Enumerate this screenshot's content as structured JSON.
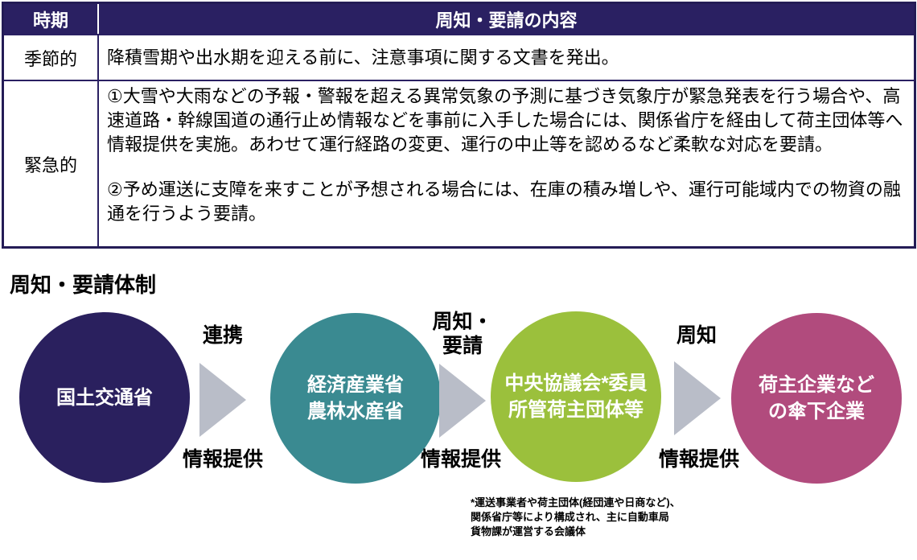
{
  "table": {
    "col_period_header": "時期",
    "col_content_header": "周知・要請の内容",
    "row_seasonal": {
      "period": "季節的",
      "content": "降積雪期や出水期を迎える前に、注意事項に関する文書を発出。"
    },
    "row_urgent": {
      "period": "緊急的",
      "paragraph1": "①大雪や大雨などの予報・警報を超える異常気象の予測に基づき気象庁が緊急発表を行う場合や、高速道路・幹線国道の通行止め情報などを事前に入手した場合には、関係省庁を経由して荷主団体等へ情報提供を実施。あわせて運行経路の変更、運行の中止等を認めるなど柔軟な対応を要請。",
      "paragraph2": "②予め運送に支障を来すことが予想される場合には、在庫の積み増しや、運行可能域内での物資の融通を行うよう要請。"
    }
  },
  "diagram": {
    "title": "周知・要請体制",
    "nodes": [
      {
        "name": "mlit",
        "line1": "国土交通省",
        "line2": "",
        "color": "#2a205e"
      },
      {
        "name": "meti-maff",
        "line1": "経済産業省",
        "line2": "農林水産省",
        "color": "#3a8a91"
      },
      {
        "name": "central-council",
        "line1": "中央協議会*委員",
        "line2": "所管荷主団体等",
        "color": "#9bc03c"
      },
      {
        "name": "shipper-companies",
        "line1": "荷主企業など",
        "line2": "の傘下企業",
        "color": "#b14b7d"
      }
    ],
    "arrows": [
      {
        "top_line1": "連携",
        "top_line2": "",
        "bottom": "情報提供"
      },
      {
        "top_line1": "周知・",
        "top_line2": "要請",
        "bottom": "情報提供"
      },
      {
        "top_line1": "周知",
        "top_line2": "",
        "bottom": "情報提供"
      }
    ],
    "footnote": {
      "line1": "*運送事業者や荷主団体(経団連や日商など)、",
      "line2": "関係省庁等により構成され、主に自動車局",
      "line3": "貨物課が運営する会議体"
    }
  },
  "colors": {
    "table_header_bg": "#2a2062",
    "table_border": "#241c56",
    "node_mlit": "#2a205e",
    "node_meti_maff": "#3a8a91",
    "node_central_council": "#9bc03c",
    "node_shippers": "#b14b7d",
    "arrow_gray": "#b9bdc8",
    "node_text": "#ffffff",
    "body_text": "#000000"
  }
}
